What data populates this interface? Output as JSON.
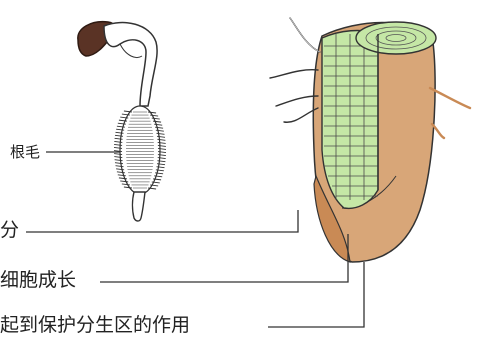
{
  "labels": {
    "root_hair": "根毛",
    "label_1": "分",
    "label_2": "细胞成长",
    "label_3": "起到保护分生区的作用"
  },
  "colors": {
    "seed_coat": "#5a3325",
    "seedling": "#ffffff",
    "root_outer": "#d8a678",
    "root_cap": "#c98a55",
    "meristem": "#c5e7a6",
    "cell_lines": "#4a4a4a",
    "leader_line": "#333333",
    "background": "#ffffff"
  }
}
